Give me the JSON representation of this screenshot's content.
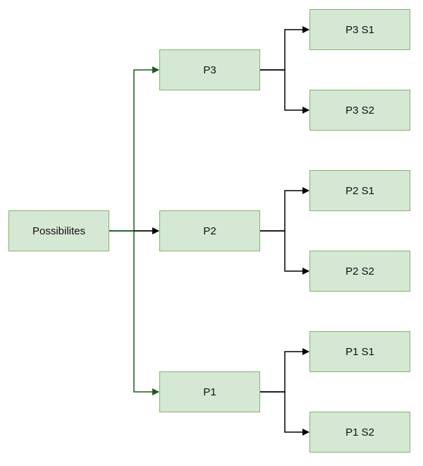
{
  "diagram": {
    "root": {
      "label": "Possibilites"
    },
    "branches": [
      {
        "label": "P3",
        "children": [
          {
            "label": "P3 S1"
          },
          {
            "label": "P3 S2"
          }
        ]
      },
      {
        "label": "P2",
        "children": [
          {
            "label": "P2 S1"
          },
          {
            "label": "P2 S2"
          }
        ]
      },
      {
        "label": "P1",
        "children": [
          {
            "label": "P1 S1"
          },
          {
            "label": "P1 S2"
          }
        ]
      }
    ]
  },
  "colors": {
    "node_fill": "#d5e8d4",
    "node_border": "#82b366",
    "root_edges": "#1e5c1e",
    "child_edges": "#000000"
  }
}
